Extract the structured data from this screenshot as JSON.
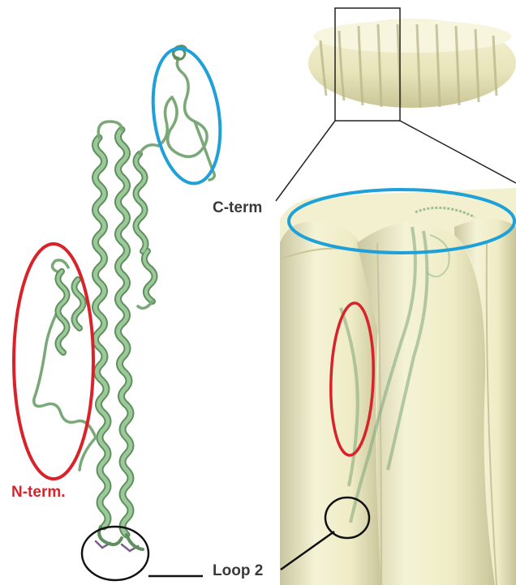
{
  "labels": {
    "c_term": "C-term",
    "n_term": "N-term.",
    "loop": "Loop 2"
  },
  "colors": {
    "c_term": "#1ea0d8",
    "n_term": "#d9232a",
    "loop": "#111111",
    "label_text": "#3a3a3a",
    "ribbon": "#8cbf8a",
    "ribbon_dark": "#5f8f5d",
    "surface": "#f3f1cf",
    "surface_shade": "#dedbb0"
  }
}
